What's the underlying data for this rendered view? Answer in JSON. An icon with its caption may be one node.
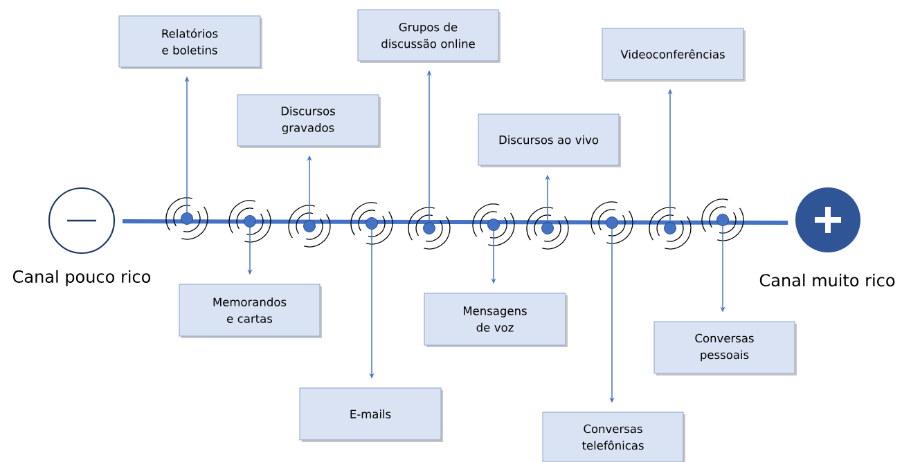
{
  "diagram": {
    "nodes": [
      {
        "text": [],
        "shape": "circle",
        "beside": [
          "Canal pouco rico"
        ]
      },
      {
        "text": [],
        "shape": "circle"
      },
      {
        "text": [],
        "shape": "circle"
      },
      {
        "text": [],
        "shape": "circle"
      },
      {
        "text": [],
        "shape": "circle"
      },
      {
        "text": [],
        "shape": "circle"
      },
      {
        "text": [],
        "shape": "circle"
      },
      {
        "text": [],
        "shape": "circle"
      },
      {
        "text": [],
        "shape": "circle"
      },
      {
        "text": [],
        "shape": "circle"
      },
      {
        "text": [],
        "shape": "circle"
      },
      {
        "text": [
          "Relatórios e boletins"
        ]
      },
      {
        "text": [
          "Memorandos e cartas"
        ]
      },
      {
        "text": [
          "Discursos gravados"
        ]
      },
      {
        "text": [
          "E-mails"
        ]
      },
      {
        "text": [
          "Grupos de discussão online"
        ]
      },
      {
        "text": [
          "Mensagens de voz"
        ]
      },
      {
        "text": [
          "Discursos ao vivo"
        ]
      },
      {
        "text": [
          "Conversas telefônicas"
        ]
      },
      {
        "text": [
          "Videoconferências"
        ]
      },
      {
        "text": [
          "Conversas pessoais"
        ]
      },
      {
        "text": [],
        "shape": "circle",
        "beside": [
          "Canal muito rico"
        ]
      }
    ],
    "edges": [
      {
        "from": 1,
        "to": 11,
        "arrow": "to"
      },
      {
        "from": 2,
        "to": 12,
        "arrow": "to"
      },
      {
        "from": 3,
        "to": 13,
        "arrow": "to"
      },
      {
        "from": 4,
        "to": 14,
        "arrow": "to"
      },
      {
        "from": 5,
        "to": 15,
        "arrow": "to"
      },
      {
        "from": 6,
        "to": 16,
        "arrow": "to"
      },
      {
        "from": 7,
        "to": 17,
        "arrow": "to"
      },
      {
        "from": 8,
        "to": 18,
        "arrow": "to"
      },
      {
        "from": 9,
        "to": 19,
        "arrow": "to"
      },
      {
        "from": 10,
        "to": 20,
        "arrow": "to"
      }
    ]
  }
}
